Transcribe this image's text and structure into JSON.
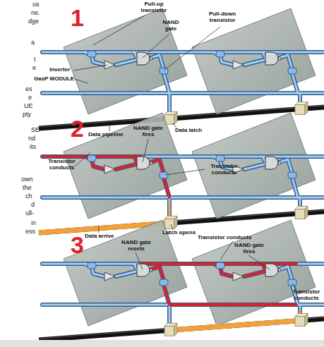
{
  "diagram": {
    "labels": [
      "1",
      "Pull-up transistor",
      "NAND gate",
      "Pull-down transistor",
      "Inverter",
      "GasP MODULE",
      "Data pipeline",
      "Data latch",
      "2",
      "NAND gate fires",
      "Transistor conducts",
      "Transistor conducts",
      "Data arrive",
      "Latch opens",
      "3",
      "NAND gate resets",
      "Transistor conducts",
      "NAND gate fires",
      "Transistor conducts",
      "us",
      "ne.",
      "dge",
      "a",
      "t",
      "e",
      "es",
      "e",
      "UE",
      "pty",
      "SE",
      "nd",
      "its",
      "own",
      "the",
      "ch",
      "d",
      "ull-",
      "in",
      "ess"
    ]
  }
}
